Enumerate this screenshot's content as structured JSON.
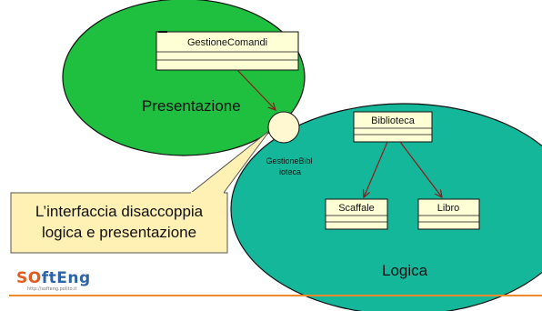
{
  "packages": {
    "presentation": {
      "label": "Presentazione",
      "fill": "#1fbf3f"
    },
    "logic": {
      "label": "Logica",
      "fill": "#14b79a"
    }
  },
  "classes": {
    "gestione_comandi": "GestioneComandi",
    "biblioteca": "Biblioteca",
    "scaffale": "Scaffale",
    "libro": "Libro"
  },
  "interface": {
    "label_line1": "GestioneBibl",
    "label_line2": "ioteca",
    "fill": "#fff8d0"
  },
  "callout": {
    "line1": "L’interfaccia disaccoppia",
    "line2": "logica e presentazione",
    "fill": "#fff0b3"
  },
  "logo": {
    "s": "S",
    "o": "O",
    "rest": "ftEng",
    "url": "http://softeng.polito.it"
  },
  "colors": {
    "class_fill": "#ffffd6",
    "arrow": "#8b1a1a",
    "accent_line": "#f08a2c",
    "logo_blue": "#2f63a8",
    "logo_orange": "#e35a1e"
  }
}
